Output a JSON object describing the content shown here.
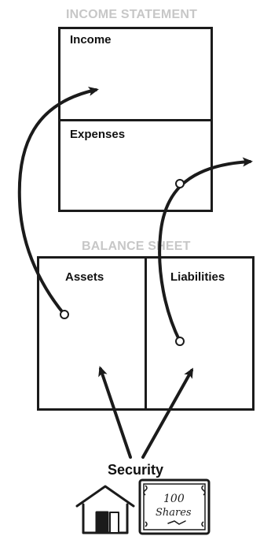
{
  "income_statement": {
    "title": "INCOME STATEMENT",
    "income_label": "Income",
    "expenses_label": "Expenses"
  },
  "balance_sheet": {
    "title": "BALANCE SHEET",
    "assets_label": "Assets",
    "liabilities_label": "Liabilities"
  },
  "security": {
    "label": "Security",
    "certificate_line1": "100",
    "certificate_line2": "Shares"
  },
  "colors": {
    "ink": "#1b1b1b",
    "title_gray": "#c7c7c7"
  },
  "icons": [
    "house-icon",
    "share-certificate-icon"
  ]
}
